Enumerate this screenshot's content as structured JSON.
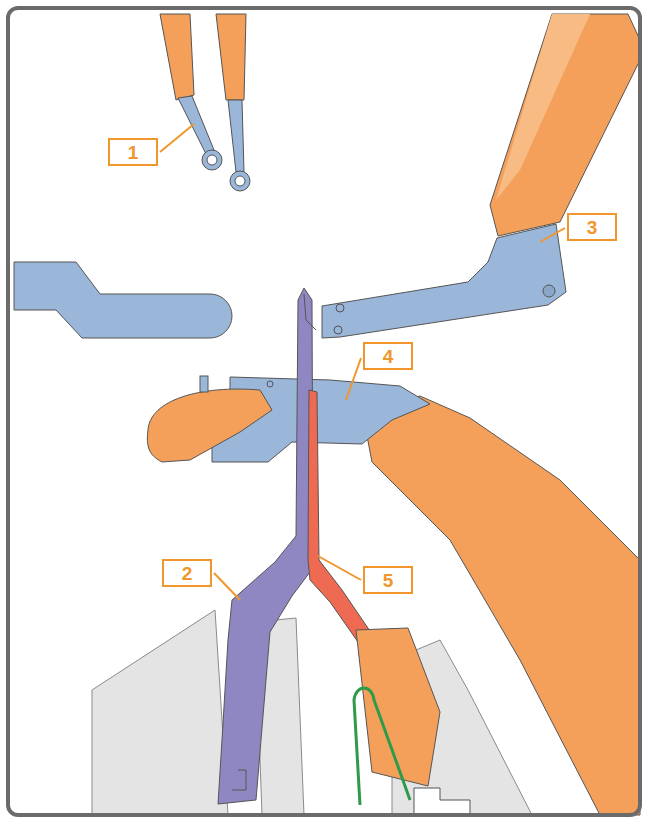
{
  "diagram": {
    "labels": [
      "1",
      "3",
      "4",
      "2",
      "5"
    ]
  }
}
